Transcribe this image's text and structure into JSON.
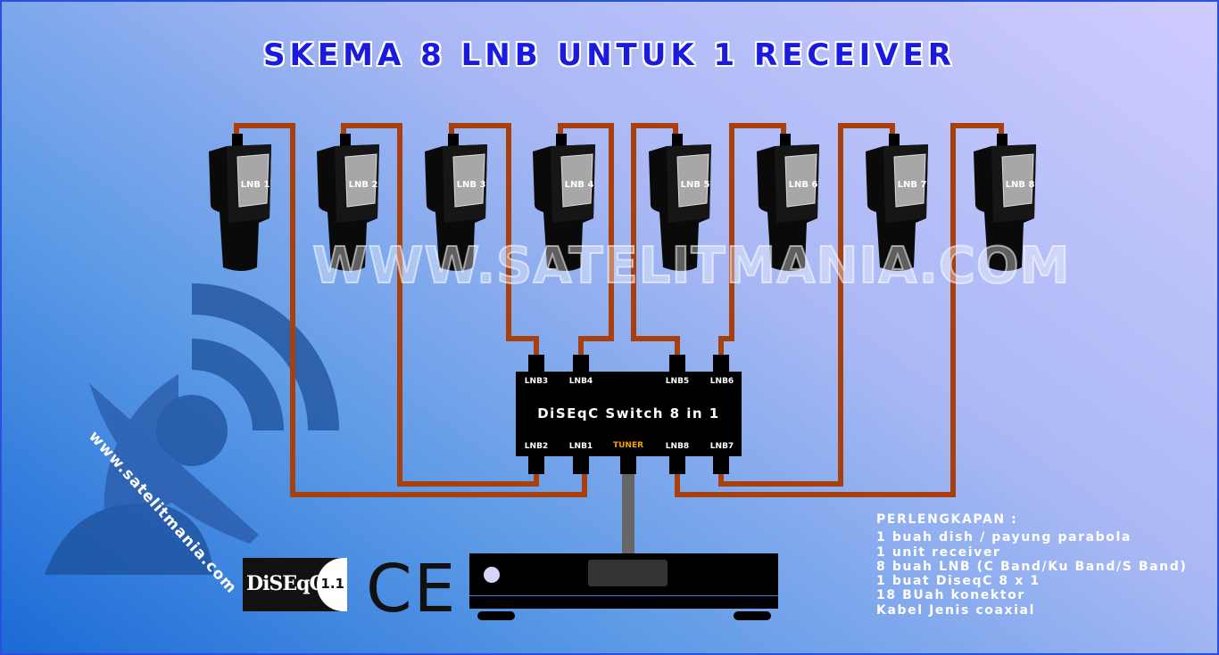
{
  "title": "SKEMA 8 LNB UNTUK 1 RECEIVER",
  "watermark": "WWW.SATELITMANIA.COM",
  "watermark_small": "www.satelitmania.com",
  "lnbs": [
    "LNB 1",
    "LNB 2",
    "LNB 3",
    "LNB 4",
    "LNB 5",
    "LNB 6",
    "LNB 7",
    "LNB 8"
  ],
  "switch": {
    "name": "DiSEqC Switch 8 in 1",
    "top_ports": [
      "LNB3",
      "LNB4",
      "LNB5",
      "LNB6"
    ],
    "bottom_ports": [
      "LNB2",
      "LNB1",
      "TUNER",
      "LNB8",
      "LNB7"
    ]
  },
  "logos": {
    "diseqc": "DiSEqC",
    "diseqc_version": "1.1",
    "ce": "CE"
  },
  "equipment": {
    "heading": "PERLENGKAPAN :",
    "items": [
      "1 buah dish / payung parabola",
      "1 unit receiver",
      "8 buah LNB (C Band/Ku Band/S Band)",
      "1 buat DiseqC 8 x 1",
      "18 BUah konektor",
      "Kabel Jenis coaxial"
    ]
  },
  "colors": {
    "cable": "#a8400e",
    "title": "#1a1ae0",
    "tuner": "#f5a000",
    "device": "#000000"
  }
}
